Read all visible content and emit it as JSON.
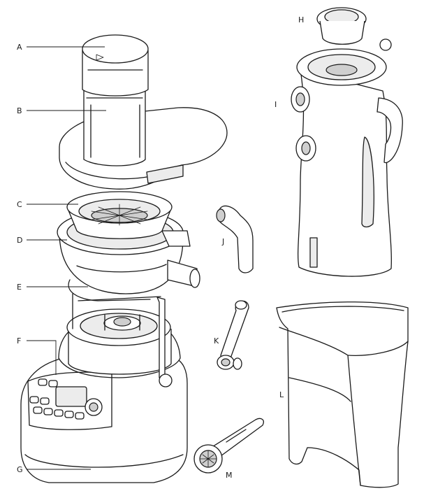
{
  "labels": {
    "A": "A",
    "B": "B",
    "C": "C",
    "D": "D",
    "E": "E",
    "F": "F",
    "G": "G",
    "H": "H",
    "I": "I",
    "J": "J",
    "K": "K",
    "L": "L",
    "M": "M"
  },
  "colors": {
    "line": "#1a1a1a",
    "fill_light": "#ececec",
    "fill_mid": "#cfcfcf",
    "background": "#ffffff"
  }
}
